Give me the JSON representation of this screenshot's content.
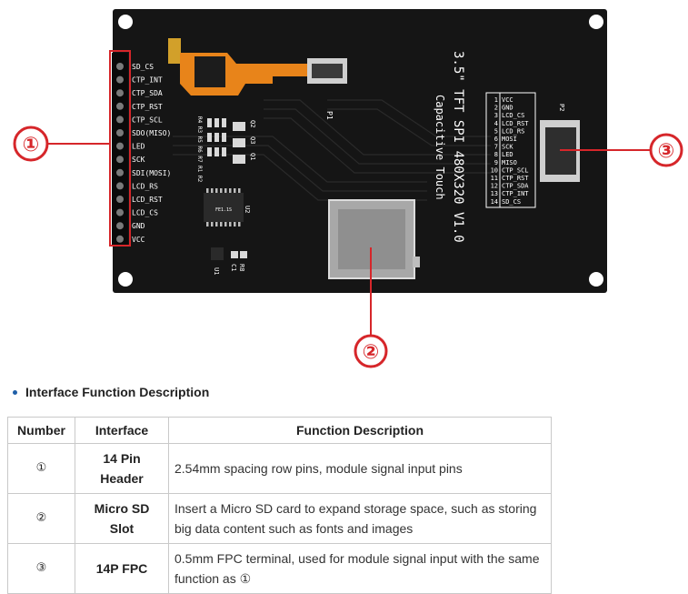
{
  "figure": {
    "board_title": "3.5\" TFT SPI 480X320 V1.0",
    "board_subtitle": "Capacitive Touch",
    "left_pins": [
      "SD_CS",
      "CTP_INT",
      "CTP_SDA",
      "CTP_RST",
      "CTP_SCL",
      "SDO(MISO)",
      "LED",
      "SCK",
      "SDI(MOSI)",
      "LCD_RS",
      "LCD_RST",
      "LCD_CS",
      "GND",
      "VCC"
    ],
    "fpc_pins": [
      {
        "num": "1",
        "name": "VCC"
      },
      {
        "num": "2",
        "name": "GND"
      },
      {
        "num": "3",
        "name": "LCD_CS"
      },
      {
        "num": "4",
        "name": "LCD_RST"
      },
      {
        "num": "5",
        "name": "LCD_RS"
      },
      {
        "num": "6",
        "name": "MOSI"
      },
      {
        "num": "7",
        "name": "SCK"
      },
      {
        "num": "8",
        "name": "LED"
      },
      {
        "num": "9",
        "name": "MISO"
      },
      {
        "num": "10",
        "name": "CTP_SCL"
      },
      {
        "num": "11",
        "name": "CTP_RST"
      },
      {
        "num": "12",
        "name": "CTP_SDA"
      },
      {
        "num": "13",
        "name": "CTP_INT"
      },
      {
        "num": "14",
        "name": "SD_CS"
      }
    ],
    "silk": {
      "p1": "P1",
      "p2": "P2",
      "u1": "U1",
      "u2": "U2",
      "r8": "R8",
      "c1": "C1",
      "q1": "Q1",
      "q2": "Q2",
      "q3": "Q3",
      "rlist": "R4 R3 R5 R6 R7 R1 R2",
      "ic_text": "FE1.1S"
    },
    "callouts": {
      "one": "①",
      "two": "②",
      "three": "③"
    },
    "colors": {
      "board": "#151515",
      "callout": "#d6262a",
      "flex": "#e8841a"
    }
  },
  "heading": "Interface Function Description",
  "table": {
    "headers": {
      "number": "Number",
      "interface": "Interface",
      "description": "Function Description"
    },
    "rows": [
      {
        "number": "①",
        "interface": "14 Pin Header",
        "description": "2.54mm spacing row pins, module signal input pins"
      },
      {
        "number": "②",
        "interface": "Micro SD Slot",
        "description": "Insert a Micro SD card to expand storage space, such as storing big data content such as fonts and images"
      },
      {
        "number": "③",
        "interface": "14P FPC",
        "description": "0.5mm FPC terminal, used for module signal input with the same function as ①"
      }
    ]
  }
}
